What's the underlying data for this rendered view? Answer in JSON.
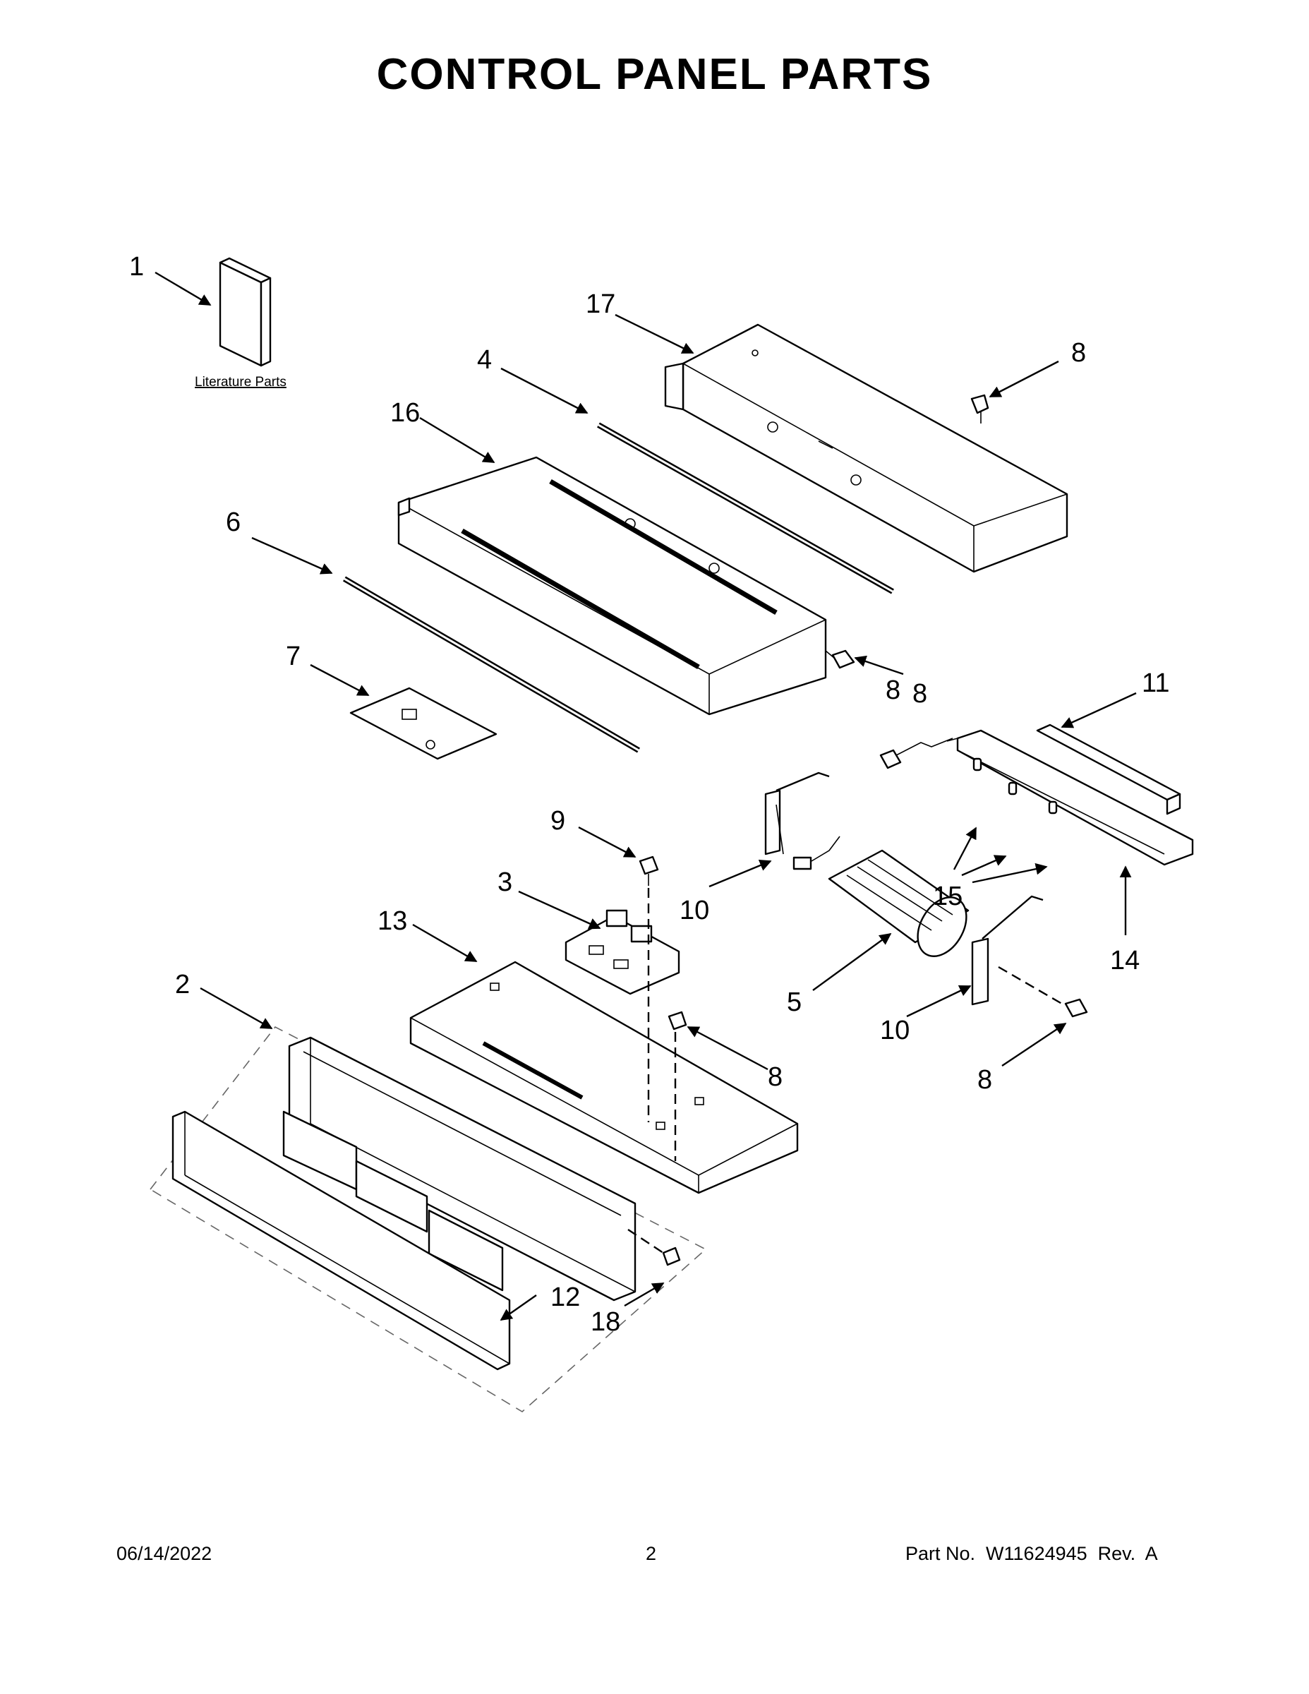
{
  "page": {
    "title": "CONTROL PANEL PARTS",
    "footer": {
      "date": "06/14/2022",
      "page_number": "2",
      "part_no": "Part No.  W11624945  Rev.  A"
    }
  },
  "literature": {
    "label": "Literature Parts"
  },
  "callouts": [
    {
      "id": "c1",
      "label": "1"
    },
    {
      "id": "c17",
      "label": "17"
    },
    {
      "id": "c8a",
      "label": "8"
    },
    {
      "id": "c4",
      "label": "4"
    },
    {
      "id": "c16",
      "label": "16"
    },
    {
      "id": "c6",
      "label": "6"
    },
    {
      "id": "c8b",
      "label": "8"
    },
    {
      "id": "c11",
      "label": "11"
    },
    {
      "id": "c7",
      "label": "7"
    },
    {
      "id": "c8c",
      "label": "8"
    },
    {
      "id": "c9",
      "label": "9"
    },
    {
      "id": "c15",
      "label": "15"
    },
    {
      "id": "c3",
      "label": "3"
    },
    {
      "id": "c10a",
      "label": "10"
    },
    {
      "id": "c13",
      "label": "13"
    },
    {
      "id": "c14",
      "label": "14"
    },
    {
      "id": "c2",
      "label": "2"
    },
    {
      "id": "c5",
      "label": "5"
    },
    {
      "id": "c10b",
      "label": "10"
    },
    {
      "id": "c8d",
      "label": "8"
    },
    {
      "id": "c8e",
      "label": "8"
    },
    {
      "id": "c12",
      "label": "12"
    },
    {
      "id": "c18",
      "label": "18"
    }
  ]
}
